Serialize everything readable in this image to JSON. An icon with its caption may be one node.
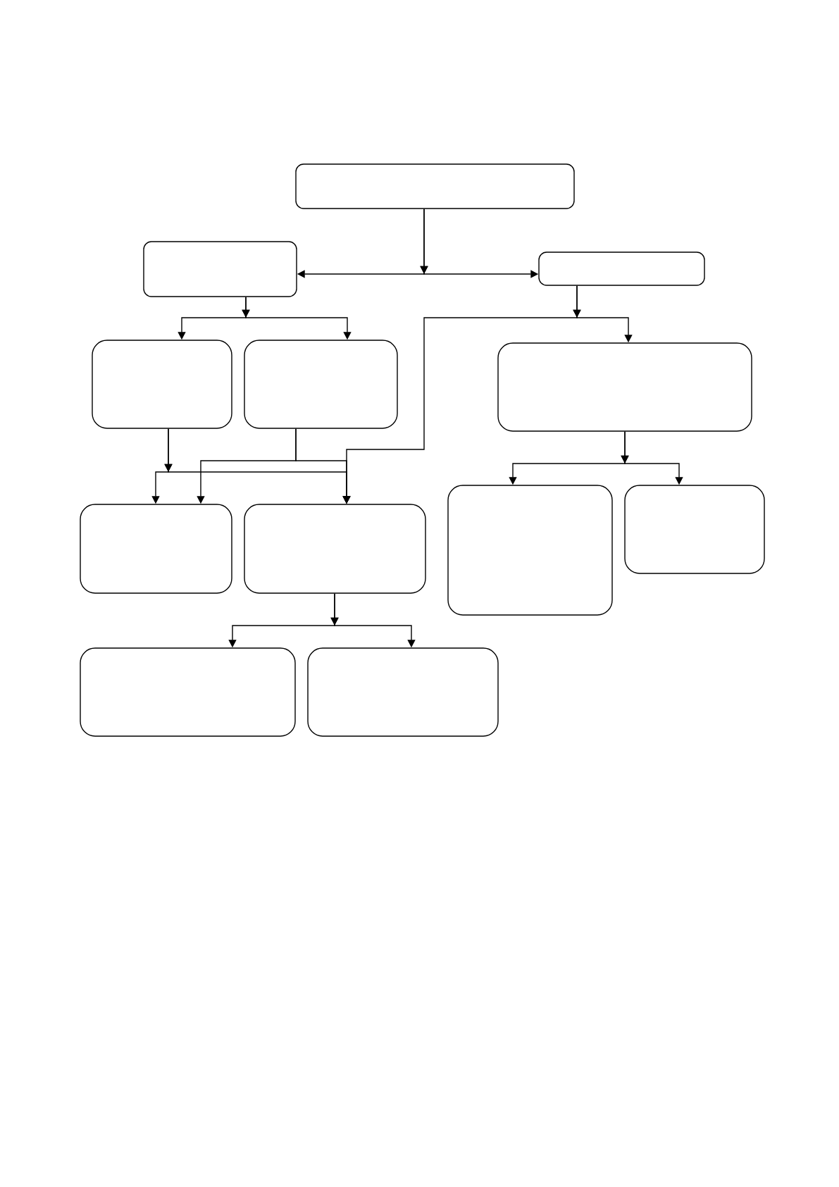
{
  "diagram": {
    "nodes": [
      {
        "text": [],
        "shape": "box"
      },
      {
        "text": [],
        "shape": "box"
      },
      {
        "text": [],
        "shape": "box"
      },
      {
        "text": [],
        "shape": "box"
      },
      {
        "text": [],
        "shape": "box"
      },
      {
        "text": [],
        "shape": "box"
      },
      {
        "text": [],
        "shape": "box"
      },
      {
        "text": [],
        "shape": "box"
      },
      {
        "text": [],
        "shape": "box"
      },
      {
        "text": [],
        "shape": "box"
      },
      {
        "text": [],
        "shape": "box"
      },
      {
        "text": [],
        "shape": "box"
      }
    ],
    "edges": [
      {
        "from": 0,
        "to": 1,
        "arrow": "to"
      },
      {
        "from": 0,
        "to": 2,
        "arrow": "to"
      },
      {
        "from": 1,
        "to": 3,
        "arrow": "to"
      },
      {
        "from": 1,
        "to": 4,
        "arrow": "to"
      },
      {
        "from": 2,
        "to": 5,
        "arrow": "to"
      },
      {
        "from": 2,
        "to": 7,
        "arrow": "to"
      },
      {
        "from": 3,
        "to": 6,
        "arrow": "to"
      },
      {
        "from": 3,
        "to": 7,
        "arrow": "to"
      },
      {
        "from": 4,
        "to": 6,
        "arrow": "to"
      },
      {
        "from": 4,
        "to": 7,
        "arrow": "to"
      },
      {
        "from": 5,
        "to": 8,
        "arrow": "to"
      },
      {
        "from": 5,
        "to": 9,
        "arrow": "to"
      },
      {
        "from": 7,
        "to": 10,
        "arrow": "to"
      },
      {
        "from": 7,
        "to": 11,
        "arrow": "to"
      }
    ]
  }
}
